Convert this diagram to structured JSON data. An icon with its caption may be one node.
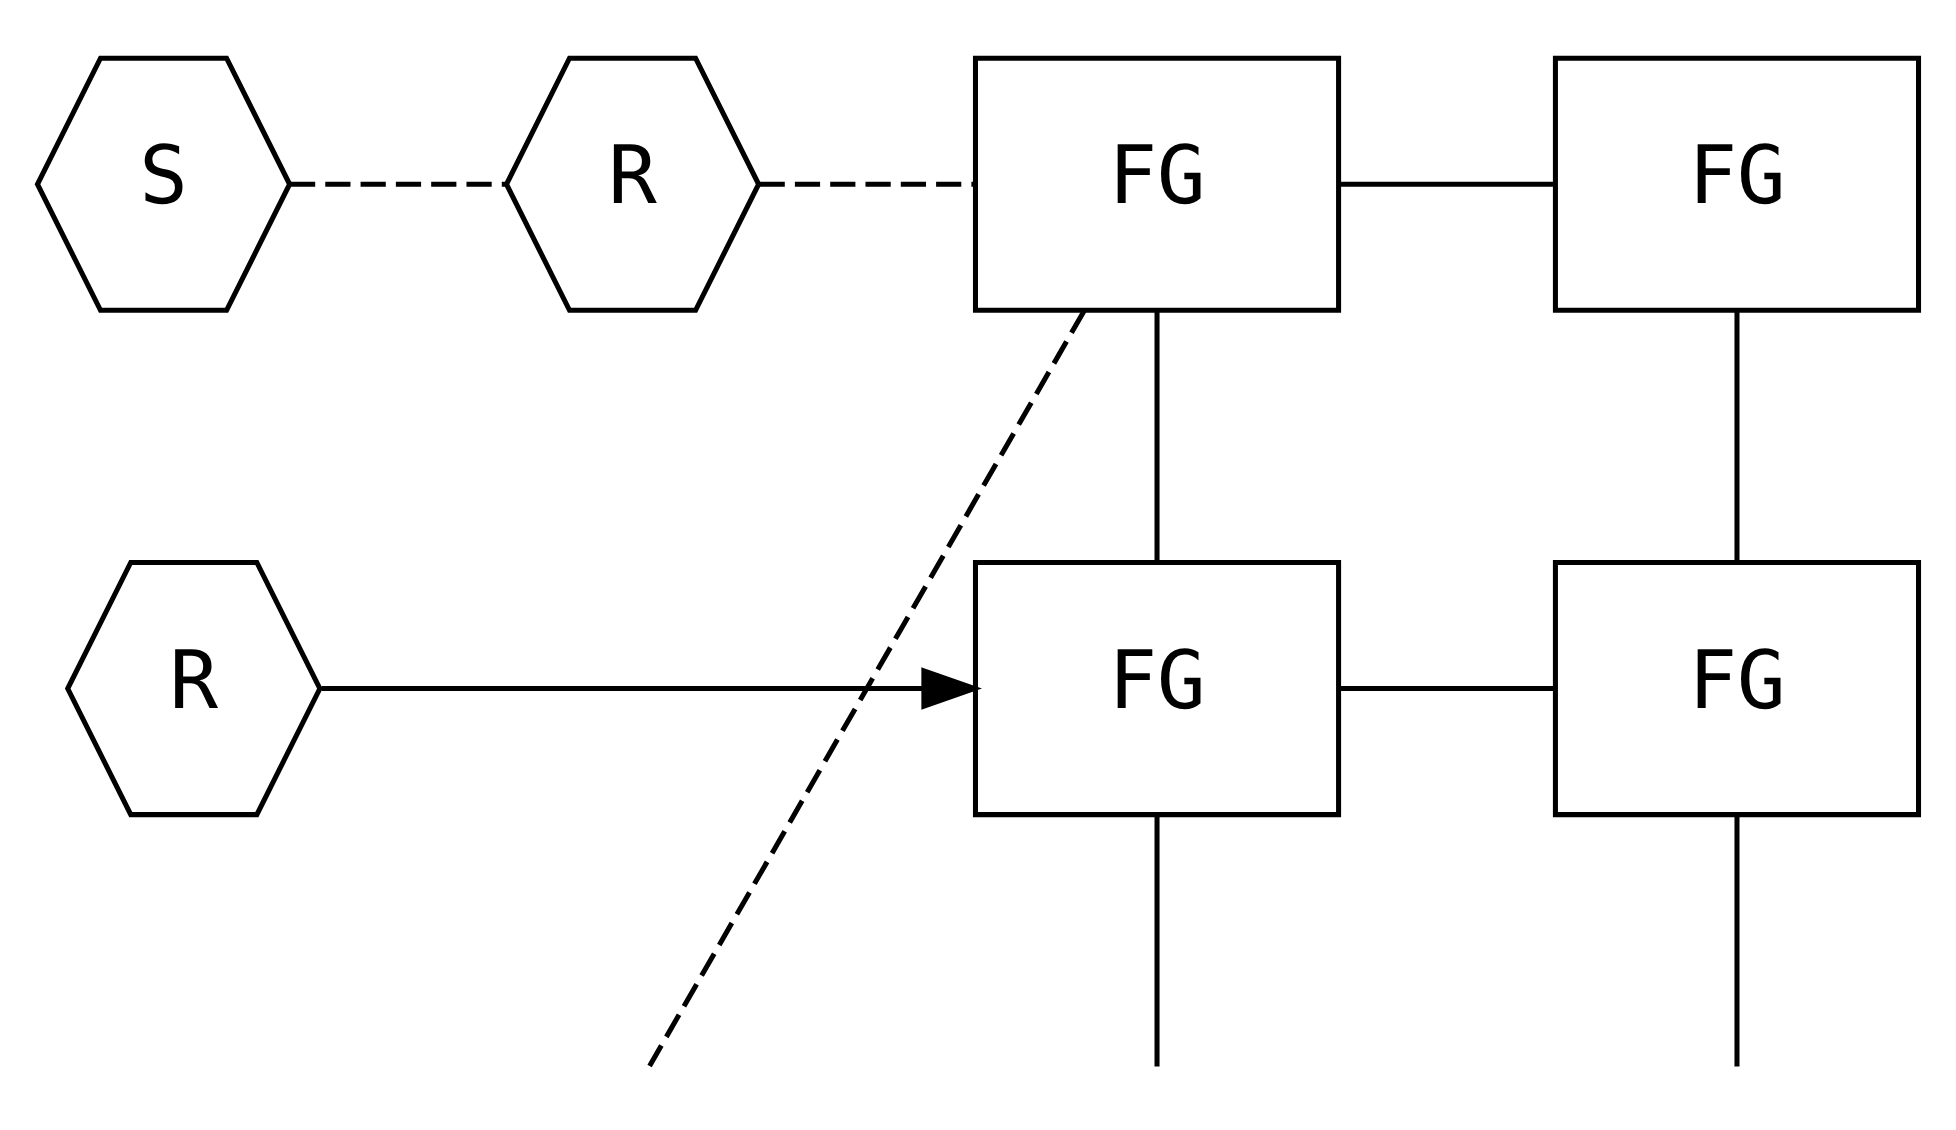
{
  "diagram": {
    "nodes": [
      {
        "text": [
          "S"
        ]
      },
      {
        "text": [
          "R"
        ]
      },
      {
        "text": [
          "FG"
        ]
      },
      {
        "text": [
          "FG"
        ]
      },
      {
        "text": [
          "R"
        ]
      },
      {
        "text": [
          "FG"
        ]
      },
      {
        "text": [
          "FG"
        ]
      }
    ],
    "edges": [
      {
        "from": 0,
        "to": 1,
        "arrow": "none",
        "style": "dashed"
      },
      {
        "from": 1,
        "to": 2,
        "arrow": "none",
        "style": "dashed"
      },
      {
        "from": 2,
        "to": 3,
        "arrow": "none"
      },
      {
        "from": 2,
        "to": null,
        "arrow": "none",
        "style": "dashed"
      },
      {
        "from": 2,
        "to": 5,
        "arrow": "none"
      },
      {
        "from": 3,
        "to": 6,
        "arrow": "none"
      },
      {
        "from": 4,
        "to": 5,
        "arrow": "to"
      },
      {
        "from": 5,
        "to": 6,
        "arrow": "none"
      },
      {
        "from": 5,
        "to": null,
        "arrow": "none"
      },
      {
        "from": 6,
        "to": null,
        "arrow": "none"
      }
    ]
  }
}
